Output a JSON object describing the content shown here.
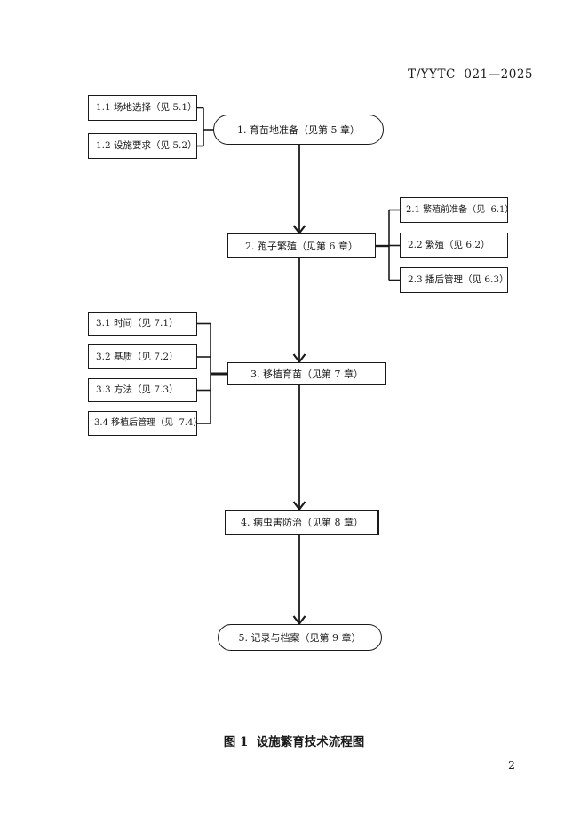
{
  "header": {
    "doc_code": "T/YYTC  021—2025"
  },
  "flowchart": {
    "main": [
      {
        "label": "1. 育苗地准备（见第 5 章）",
        "shape": "oval"
      },
      {
        "label": "2. 孢子繁殖（见第 6 章）",
        "shape": "rect"
      },
      {
        "label": "3. 移植育苗（见第 7 章）",
        "shape": "rect"
      },
      {
        "label": "4. 病虫害防治（见第 8 章）",
        "shape": "rect"
      },
      {
        "label": "5. 记录与档案（见第 9 章）",
        "shape": "oval"
      }
    ],
    "branch_step1": [
      {
        "label": "1.1 场地选择（见 5.1）"
      },
      {
        "label": "1.2 设施要求（见 5.2）"
      }
    ],
    "branch_step2": [
      {
        "label": "2.1 繁殖前准备（见  6.1）"
      },
      {
        "label": "2.2 繁殖（见 6.2）"
      },
      {
        "label": "2.3 播后管理（见 6.3）"
      }
    ],
    "branch_step3": [
      {
        "label": "3.1 时间（见 7.1）"
      },
      {
        "label": "3.2 基质（见 7.2）"
      },
      {
        "label": "3.3 方法（见 7.3）"
      },
      {
        "label": "3.4 移植后管理（见  7.4）"
      }
    ]
  },
  "caption": "图 1  设施繁育技术流程图",
  "page_number": "2",
  "colors": {
    "line": "#1a1a1a",
    "background": "#ffffff"
  }
}
